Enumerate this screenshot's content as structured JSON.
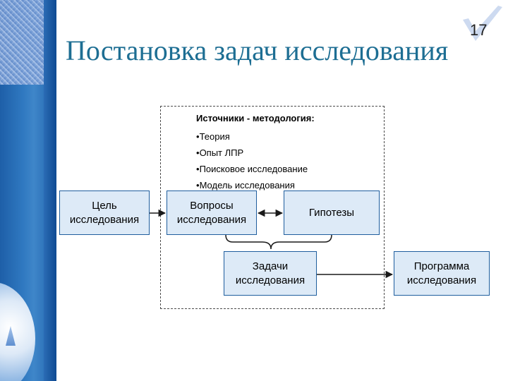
{
  "slide": {
    "page_number": "17",
    "title": "Постановка задач исследования"
  },
  "sources": {
    "heading": "Источники - методология:",
    "items": [
      "Теория",
      "Опыт ЛПР",
      "Поисковое исследование",
      "Модель исследования"
    ],
    "bullet": "•"
  },
  "nodes": {
    "goal": "Цель\nисследования",
    "questions": "Вопросы\nисследования",
    "hypotheses": "Гипотезы",
    "tasks": "Задачи\nисследования",
    "program": "Программа\nисследования"
  },
  "colors": {
    "title": "#1d6e93",
    "box_fill": "#ddeaf7",
    "box_border": "#1f5e9e",
    "strip": "#2f78c0"
  }
}
